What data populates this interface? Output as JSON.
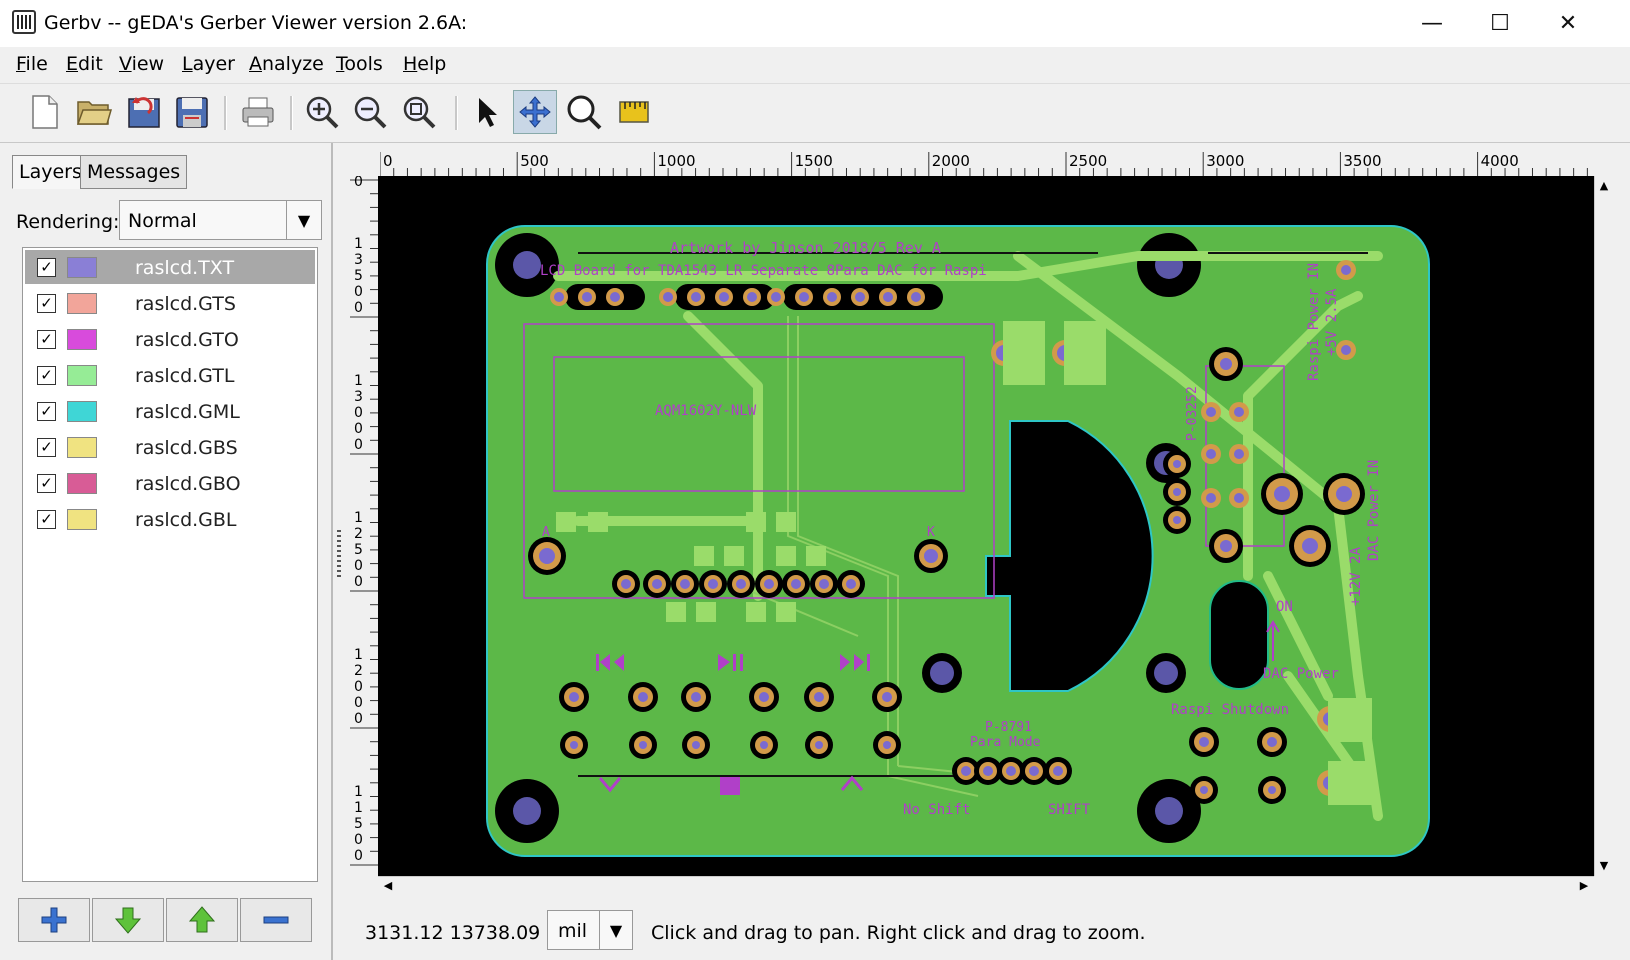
{
  "window": {
    "title": "Gerbv -- gEDA's Gerber Viewer version 2.6A:",
    "minimize": "—",
    "maximize": "☐",
    "close": "✕"
  },
  "menu": [
    {
      "ul": "F",
      "rest": "ile"
    },
    {
      "ul": "E",
      "rest": "dit"
    },
    {
      "ul": "V",
      "rest": "iew"
    },
    {
      "ul": "L",
      "rest": "ayer"
    },
    {
      "ul": "A",
      "rest": "nalyze"
    },
    {
      "ul": "T",
      "rest": "ools"
    },
    {
      "ul": "H",
      "rest": "elp"
    }
  ],
  "toolbar": {
    "icons": [
      "new-file-icon",
      "open-folder-icon",
      "revert-icon",
      "save-icon",
      "print-icon",
      "zoom-in-icon",
      "zoom-out-icon",
      "zoom-fit-icon",
      "pointer-icon",
      "pan-icon",
      "zoom-region-icon",
      "measure-icon"
    ],
    "active": "pan-icon"
  },
  "sidebar": {
    "tabs": [
      "Layers",
      "Messages"
    ],
    "active_tab": "Layers",
    "rendering_label": "Rendering:",
    "rendering_value": "Normal",
    "layers": [
      {
        "name": "raslcd.TXT",
        "color": "#8a7fd6",
        "checked": true,
        "selected": true
      },
      {
        "name": "raslcd.GTS",
        "color": "#f2a59a",
        "checked": true,
        "selected": false
      },
      {
        "name": "raslcd.GTO",
        "color": "#d84bdc",
        "checked": true,
        "selected": false
      },
      {
        "name": "raslcd.GTL",
        "color": "#96ec96",
        "checked": true,
        "selected": false
      },
      {
        "name": "raslcd.GML",
        "color": "#3fd6d6",
        "checked": true,
        "selected": false
      },
      {
        "name": "raslcd.GBS",
        "color": "#f0e381",
        "checked": true,
        "selected": false
      },
      {
        "name": "raslcd.GBO",
        "color": "#d85c96",
        "checked": true,
        "selected": false
      },
      {
        "name": "raslcd.GBL",
        "color": "#f0e381",
        "checked": true,
        "selected": false
      }
    ],
    "bottom_buttons": [
      "add-layer-icon",
      "move-down-icon",
      "move-up-icon",
      "remove-layer-icon"
    ]
  },
  "ruler": {
    "h_labels": [
      "0",
      "500",
      "1000",
      "1500",
      "2000",
      "2500",
      "3000",
      "3500",
      "4000"
    ],
    "v_labels": [
      "0",
      "13500",
      "13000",
      "12500",
      "12000",
      "11500"
    ]
  },
  "board": {
    "texts": [
      "Artwork by Jinson 2018/5 Rev A",
      "LCD Board for TDA1543 LR Separate 8Para DAC for Raspi",
      "AQM1602Y-NLW",
      "P-8791",
      "Para Mode",
      "No Shift",
      "SHIFT",
      "DAC Power",
      "ON",
      "Raspi Shutdown",
      "Raspi Power IN",
      "+5V 2.5A",
      "DAC Power IN",
      "+12V 2A",
      "P-03252",
      "A",
      "K"
    ],
    "colors": {
      "background": "#000000",
      "board": "#5cb848",
      "traces": "#9adc6a",
      "pads": "#d29a4a",
      "pad_holes": "#7a6ad0",
      "holes": "#5b57a8",
      "silkscreen": "#b040c8",
      "outline": "#2ec6c6"
    }
  },
  "status": {
    "coords": "3131.12 13738.09",
    "unit": "mil",
    "message": "Click and drag to pan. Right click and drag to zoom."
  }
}
